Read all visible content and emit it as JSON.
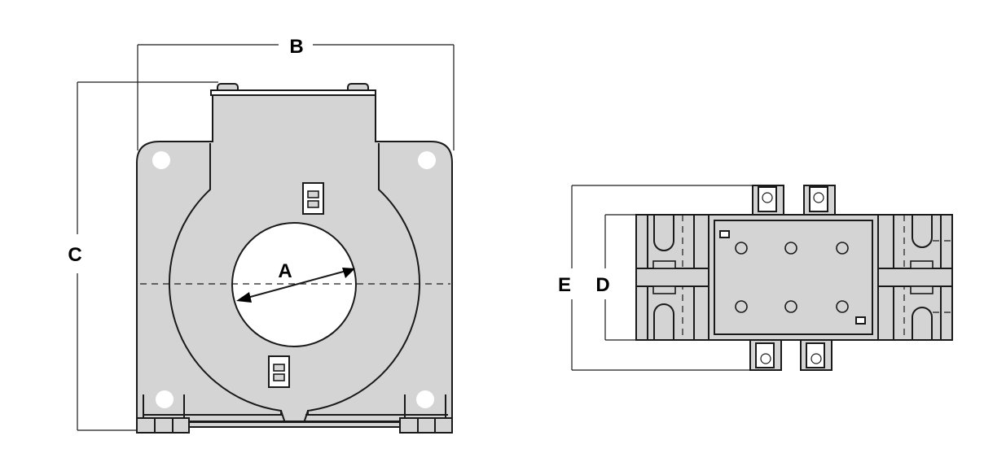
{
  "labels": {
    "a": "A",
    "b": "B",
    "c": "C",
    "d": "D",
    "e": "E"
  },
  "colors": {
    "body_fill": "#d4d4d4",
    "line": "#1a1a1a",
    "hole": "#ffffff",
    "background": "#ffffff"
  }
}
